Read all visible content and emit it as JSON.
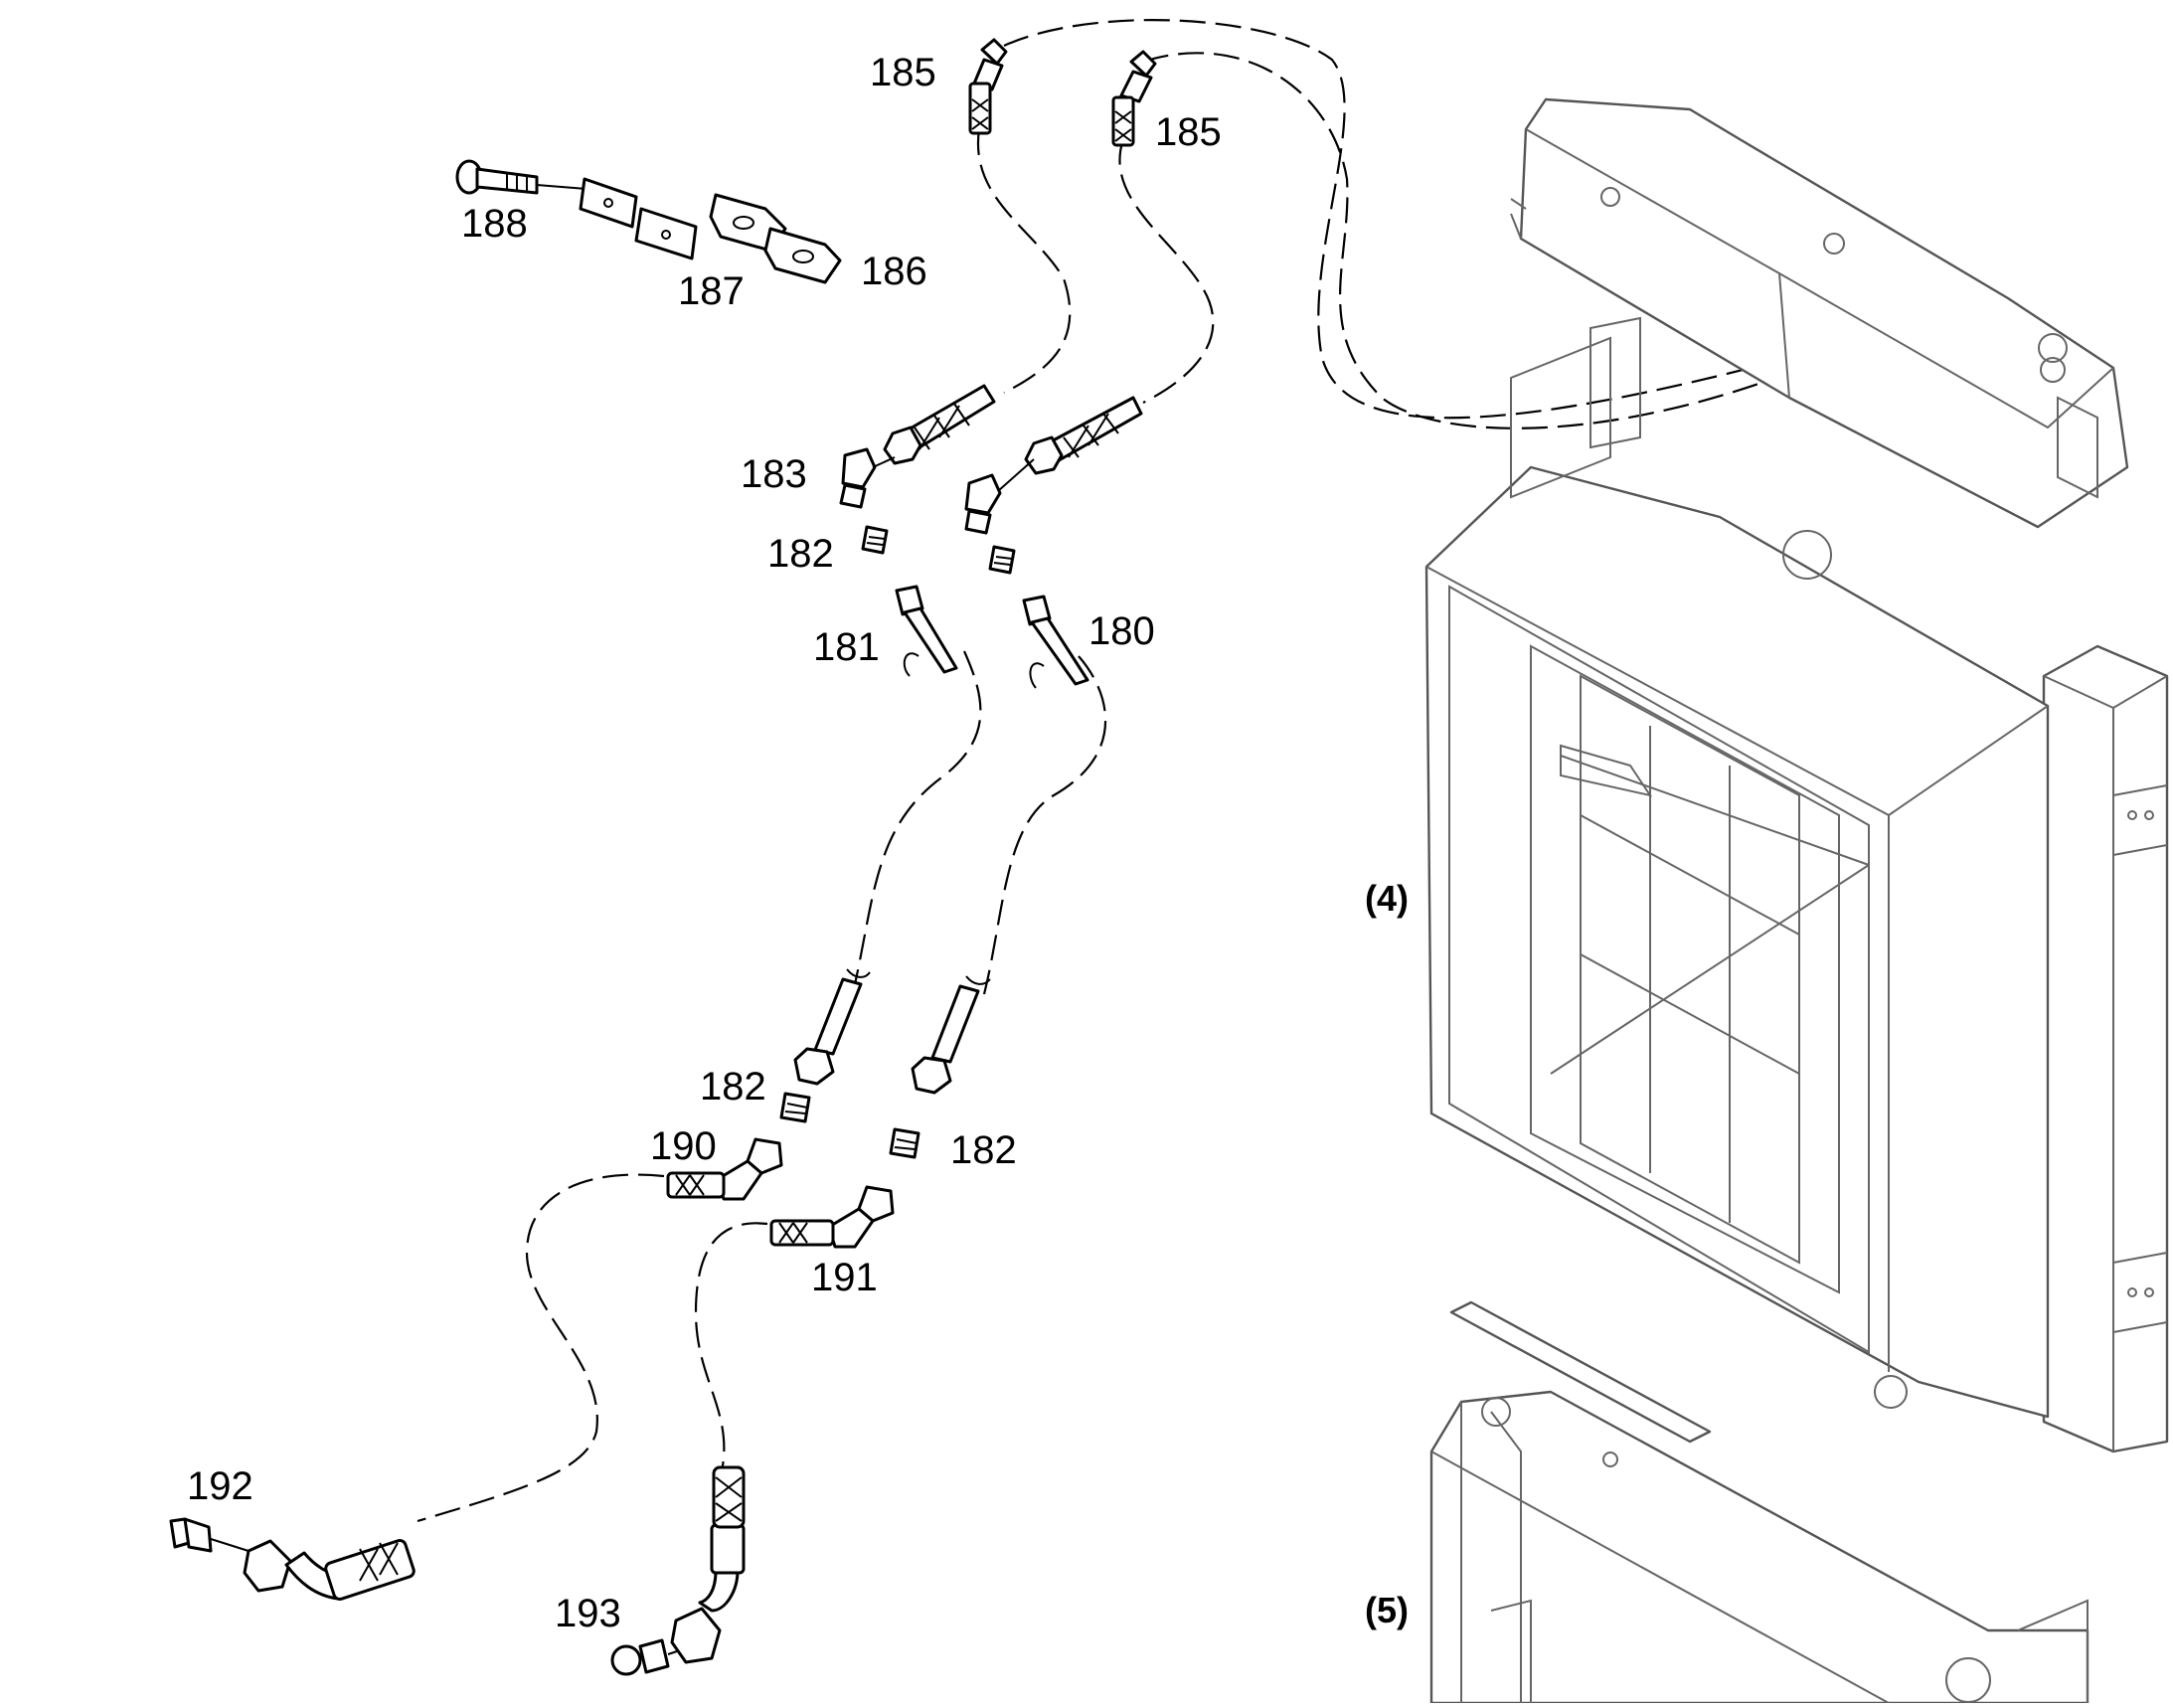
{
  "callouts": [
    {
      "id": "c185a",
      "text": "185"
    },
    {
      "id": "c185b",
      "text": "185"
    },
    {
      "id": "c188",
      "text": "188"
    },
    {
      "id": "c187",
      "text": "187"
    },
    {
      "id": "c186",
      "text": "186"
    },
    {
      "id": "c183",
      "text": "183"
    },
    {
      "id": "c182a",
      "text": "182"
    },
    {
      "id": "c181",
      "text": "181"
    },
    {
      "id": "c180",
      "text": "180"
    },
    {
      "id": "c182b",
      "text": "182"
    },
    {
      "id": "c190",
      "text": "190"
    },
    {
      "id": "c182c",
      "text": "182"
    },
    {
      "id": "c191",
      "text": "191"
    },
    {
      "id": "c192",
      "text": "192"
    },
    {
      "id": "c193",
      "text": "193"
    }
  ],
  "assemblies": [
    {
      "id": "a4",
      "text": "(4)"
    },
    {
      "id": "a5",
      "text": "(5)"
    }
  ]
}
